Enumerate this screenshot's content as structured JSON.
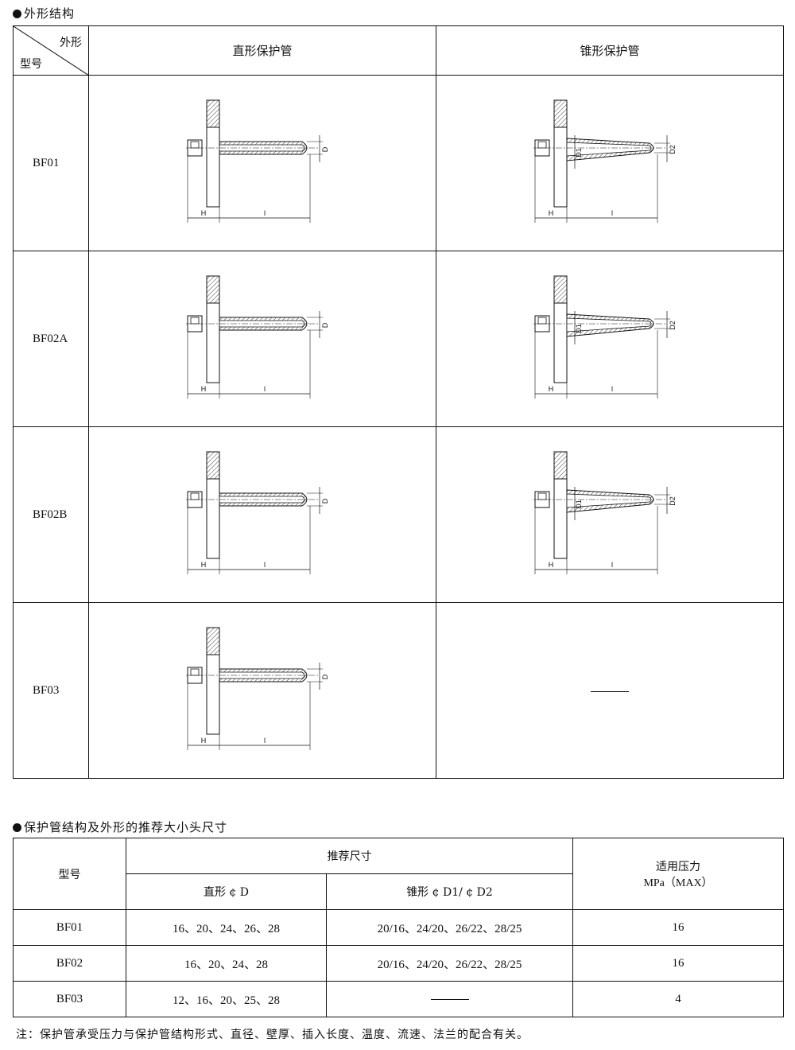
{
  "section1": {
    "title": "外形结构",
    "corner_top_right": "外形",
    "corner_bottom_left": "型号",
    "col_straight": "直形保护管",
    "col_tapered": "锥形保护管",
    "rows": [
      {
        "model": "BF01",
        "straight_dims": [
          "H",
          "l",
          "D"
        ],
        "tapered_dims": [
          "H",
          "l",
          "D1",
          "D2"
        ],
        "tapered_present": true
      },
      {
        "model": "BF02A",
        "straight_dims": [
          "H",
          "l",
          "D"
        ],
        "tapered_dims": [
          "H",
          "l",
          "D1",
          "D2"
        ],
        "tapered_present": true
      },
      {
        "model": "BF02B",
        "straight_dims": [
          "H",
          "l",
          "D"
        ],
        "tapered_dims": [
          "H",
          "l",
          "D1",
          "D2"
        ],
        "tapered_present": true
      },
      {
        "model": "BF03",
        "straight_dims": [
          "H",
          "l",
          "D"
        ],
        "tapered_dims": [],
        "tapered_present": false
      }
    ]
  },
  "section2": {
    "title": "保护管结构及外形的推荐大小头尺寸",
    "header_model": "型号",
    "header_recommended": "推荐尺寸",
    "header_straight": "直形 ¢ D",
    "header_tapered": "锥形 ¢ D1/ ¢ D2",
    "header_pressure_line1": "适用压力",
    "header_pressure_line2": "MPa（MAX）",
    "rows": [
      {
        "model": "BF01",
        "straight": "16、20、24、26、28",
        "tapered": "20/16、24/20、26/22、28/25",
        "pressure": "16"
      },
      {
        "model": "BF02",
        "straight": "16、20、24、28",
        "tapered": "20/16、24/20、26/22、28/25",
        "pressure": "16"
      },
      {
        "model": "BF03",
        "straight": "12、16、20、25、28",
        "tapered": "",
        "pressure": "4"
      }
    ]
  },
  "note": "注：保护管承受压力与保护管结构形式、直径、壁厚、插入长度、温度、流速、法兰的配合有关。"
}
